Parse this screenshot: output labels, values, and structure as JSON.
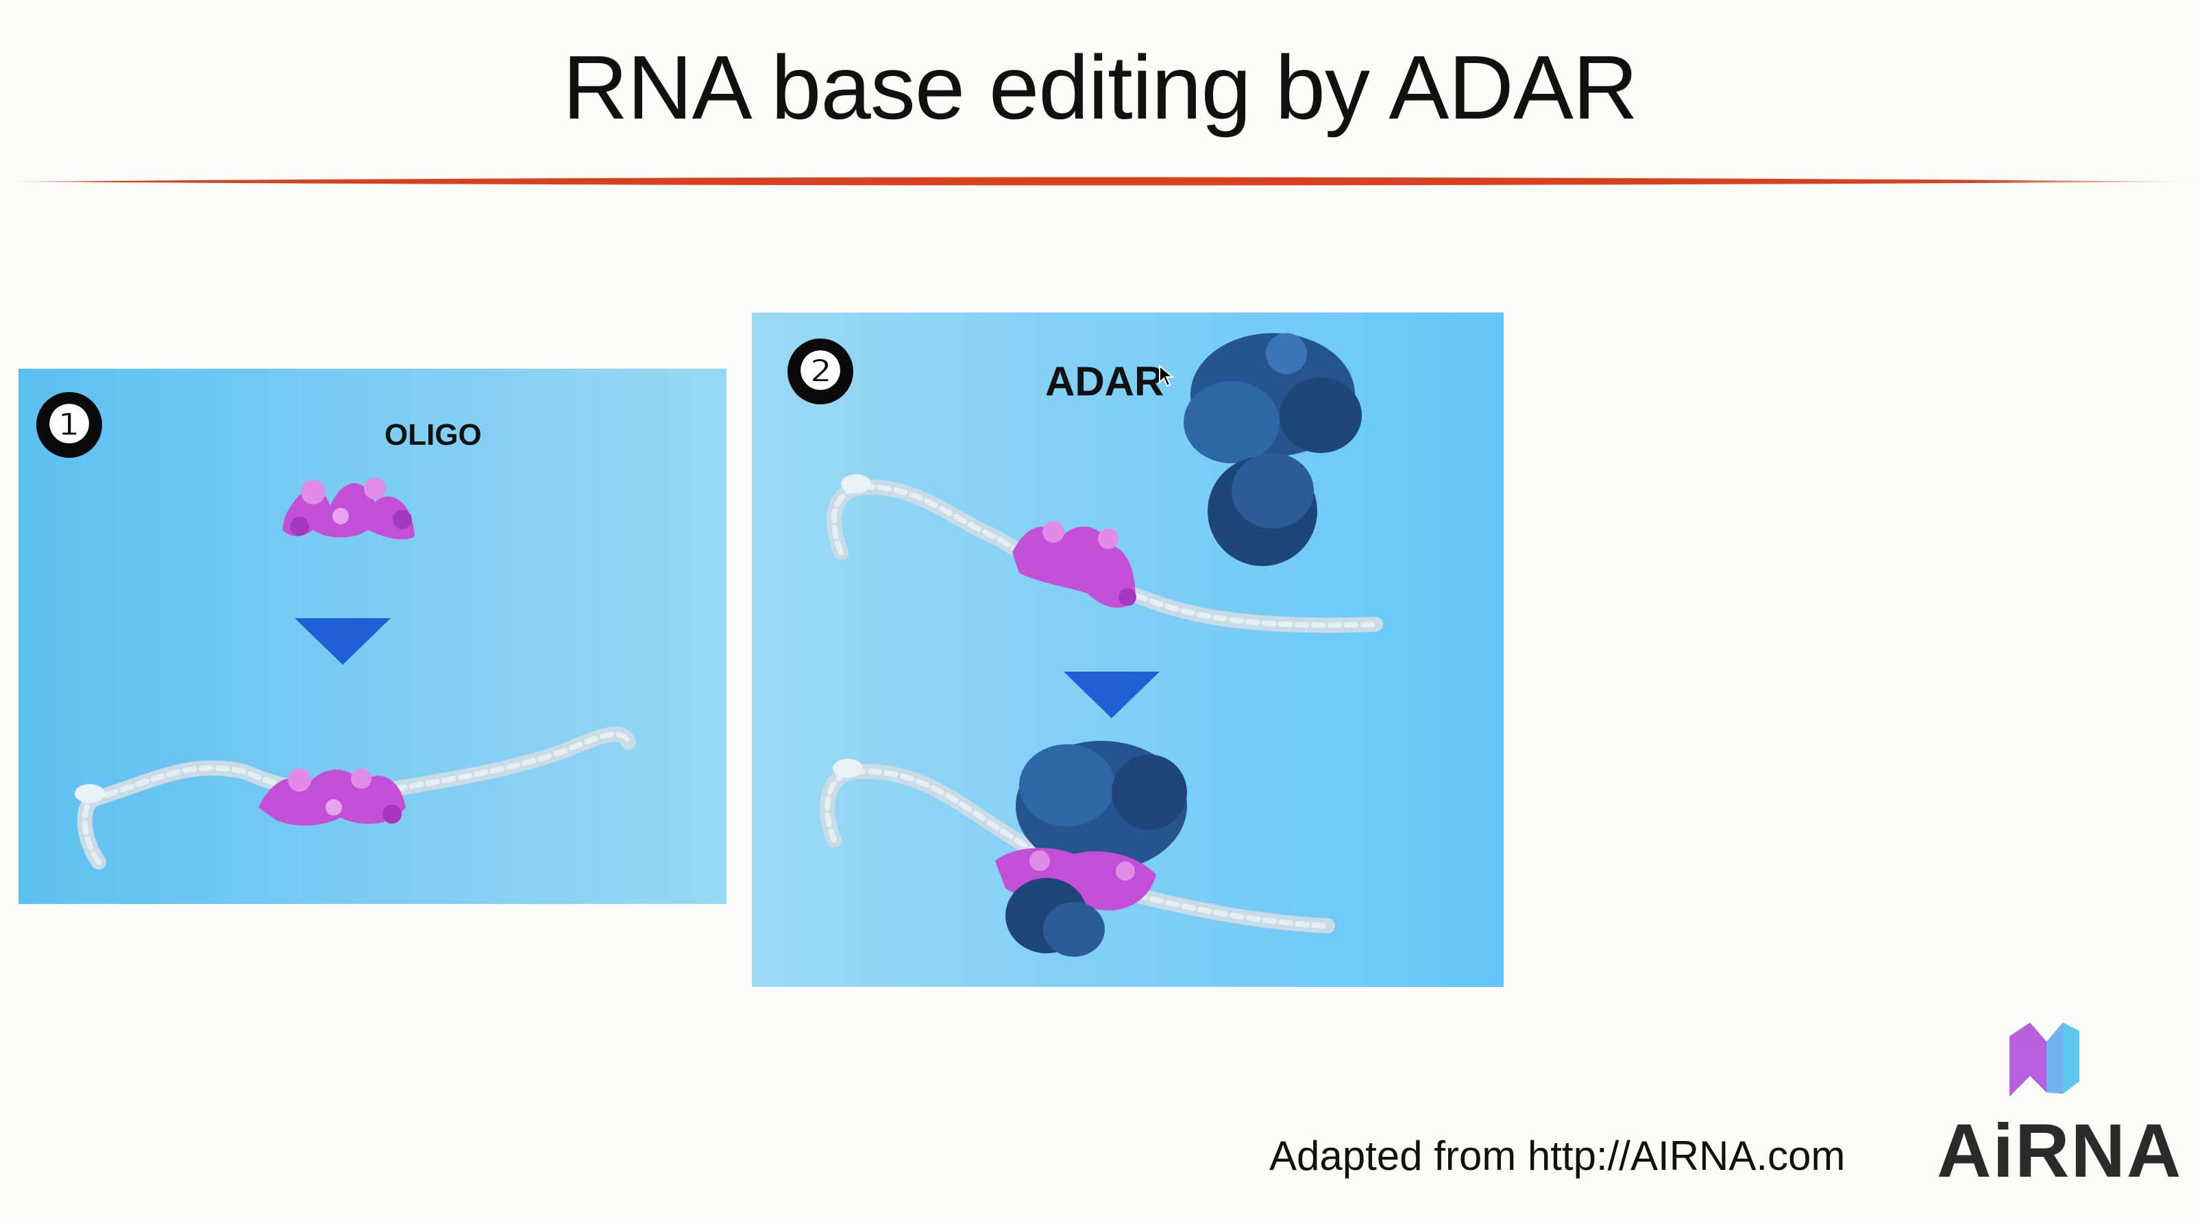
{
  "slide": {
    "title": "RNA base editing by ADAR",
    "caption": "Adapted from http://AIRNA.com",
    "logo_text": "AiRNA"
  },
  "panel1": {
    "step": "❶",
    "label": "OLIGO"
  },
  "panel2": {
    "step": "❷",
    "label": "ADAR"
  },
  "colors": {
    "rule": "#d9401c",
    "panel_blue": "#79cbf3",
    "arrow": "#1f5fd6",
    "rna": "#c9dce6",
    "oligo": "#c34fd6",
    "adar": "#26548f",
    "logo_purple": "#b85fe0",
    "logo_blue": "#5ec7ef"
  },
  "icons": [
    "down-triangle-arrow-icon",
    "rna-strand-icon",
    "oligo-molecule-icon",
    "adar-protein-icon",
    "mouse-cursor-icon"
  ]
}
